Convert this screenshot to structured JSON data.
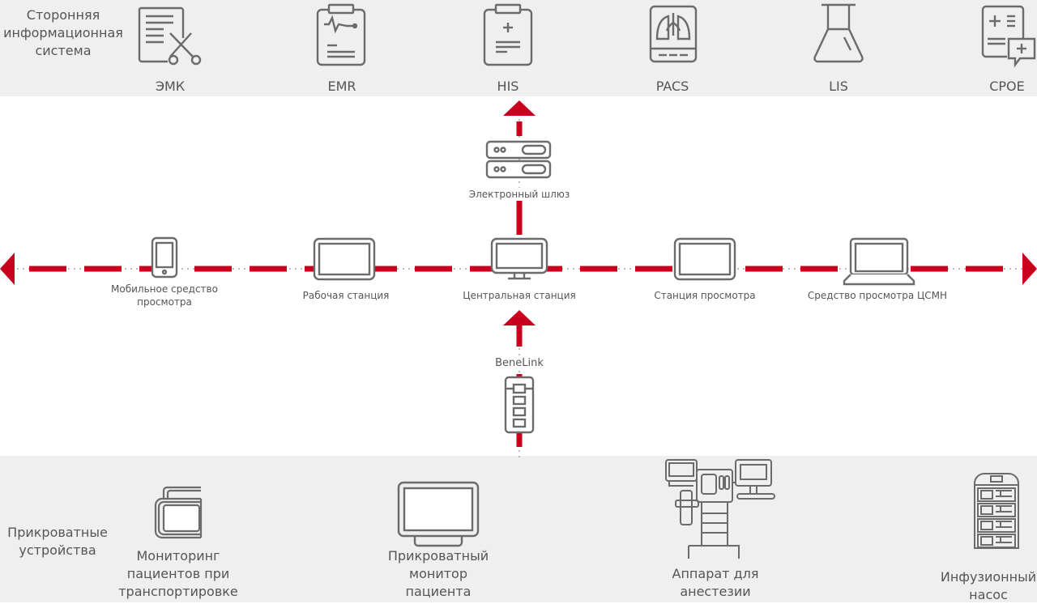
{
  "top_section": {
    "label_lines": [
      "Сторонняя",
      "информационная",
      "система"
    ],
    "systems": [
      {
        "name": "ЭМК",
        "icon": "document-scissors-icon"
      },
      {
        "name": "EMR",
        "icon": "clipboard-ecg-icon"
      },
      {
        "name": "HIS",
        "icon": "clipboard-plus-icon"
      },
      {
        "name": "PACS",
        "icon": "lungs-tablet-icon"
      },
      {
        "name": "LIS",
        "icon": "flask-icon"
      },
      {
        "name": "CPOE",
        "icon": "order-chat-icon"
      }
    ]
  },
  "gateway": {
    "label": "Электронный шлюз",
    "icon": "server-icon"
  },
  "network_nodes": [
    {
      "label_lines": [
        "Мобильное средство",
        "просмотра"
      ],
      "icon": "mobile-phone-icon"
    },
    {
      "label_lines": [
        "Рабочая станция"
      ],
      "icon": "tablet-icon"
    },
    {
      "label_lines": [
        "Центральная станция"
      ],
      "icon": "desktop-monitor-icon"
    },
    {
      "label_lines": [
        "Станция просмотра"
      ],
      "icon": "tablet-icon"
    },
    {
      "label_lines": [
        "Средство просмотра ЦСМН"
      ],
      "icon": "laptop-icon"
    }
  ],
  "benelink": {
    "label": "BeneLink",
    "icon": "benelink-module-icon"
  },
  "bottom_section": {
    "label_lines": [
      "Прикроватные",
      "устройства"
    ],
    "devices": [
      {
        "label_lines": [
          "Мониторинг",
          "пациентов при",
          "транспортировке"
        ],
        "icon": "transport-monitor-icon"
      },
      {
        "label_lines": [
          "Прикроватный",
          "монитор",
          "пациента"
        ],
        "icon": "bedside-monitor-icon"
      },
      {
        "label_lines": [
          "Аппарат для",
          "анестезии"
        ],
        "icon": "anesthesia-machine-icon"
      },
      {
        "label_lines": [
          "Инфузионный",
          "насос"
        ],
        "icon": "infusion-pump-icon"
      }
    ]
  },
  "colors": {
    "accent_red": "#c8001e",
    "icon_gray": "#6b6b6b",
    "band_gray": "#efefef"
  }
}
